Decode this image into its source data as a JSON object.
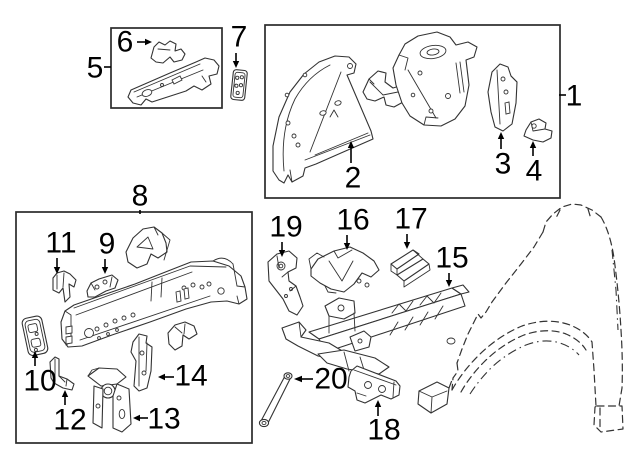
{
  "diagram": {
    "kind": "exploded-parts-diagram",
    "subject": "front structural rails, aprons, brackets and fender (dashed reference outline)",
    "colors": {
      "line": "#333333",
      "callout": "#000000",
      "background": "#ffffff"
    }
  },
  "callouts": [
    {
      "label": "1"
    },
    {
      "label": "2"
    },
    {
      "label": "3"
    },
    {
      "label": "4"
    },
    {
      "label": "5"
    },
    {
      "label": "6"
    },
    {
      "label": "7"
    },
    {
      "label": "8"
    },
    {
      "label": "9"
    },
    {
      "label": "10"
    },
    {
      "label": "11"
    },
    {
      "label": "12"
    },
    {
      "label": "13"
    },
    {
      "label": "14"
    },
    {
      "label": "15"
    },
    {
      "label": "16"
    },
    {
      "label": "17"
    },
    {
      "label": "18"
    },
    {
      "label": "19"
    },
    {
      "label": "20"
    }
  ]
}
